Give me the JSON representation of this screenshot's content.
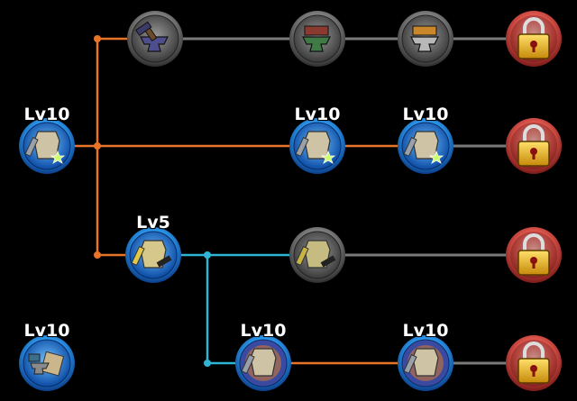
{
  "nodes": {
    "r1_anvil_gray": {
      "type": "anvil-gray",
      "state": "inactive",
      "level": ""
    },
    "r1_anvil_green": {
      "type": "anvil-green",
      "state": "inactive",
      "level": ""
    },
    "r1_anvil_gold": {
      "type": "anvil-gold",
      "state": "inactive",
      "level": ""
    },
    "r1_lock": {
      "type": "lock",
      "state": "locked",
      "level": ""
    },
    "r2_root": {
      "type": "armor-star",
      "state": "active",
      "level": "Lv10"
    },
    "r2_mid": {
      "type": "armor-star",
      "state": "active",
      "level": "Lv10"
    },
    "r2_right": {
      "type": "armor-star",
      "state": "active",
      "level": "Lv10"
    },
    "r2_lock": {
      "type": "lock",
      "state": "locked",
      "level": ""
    },
    "r3_first": {
      "type": "armor-hammer",
      "state": "active",
      "level": "Lv5"
    },
    "r3_mid": {
      "type": "armor-hammer",
      "state": "inactive",
      "level": ""
    },
    "r3_lock": {
      "type": "lock",
      "state": "locked",
      "level": ""
    },
    "r4_root": {
      "type": "forge-scroll",
      "state": "active",
      "level": "Lv10"
    },
    "r4_mid": {
      "type": "armor-fire",
      "state": "active",
      "level": "Lv10"
    },
    "r4_right": {
      "type": "armor-fire",
      "state": "active",
      "level": "Lv10"
    },
    "r4_lock": {
      "type": "lock",
      "state": "locked",
      "level": ""
    }
  },
  "colors": {
    "orange_link": "#e8742a",
    "cyan_link": "#2fb4d6",
    "gray_link": "#7a7a7a",
    "active_ring": "#1e8fe6",
    "inactive_ring": "#8d8d8d",
    "lock_ring": "#e05a5a",
    "lock_body": "#e8b81c"
  }
}
